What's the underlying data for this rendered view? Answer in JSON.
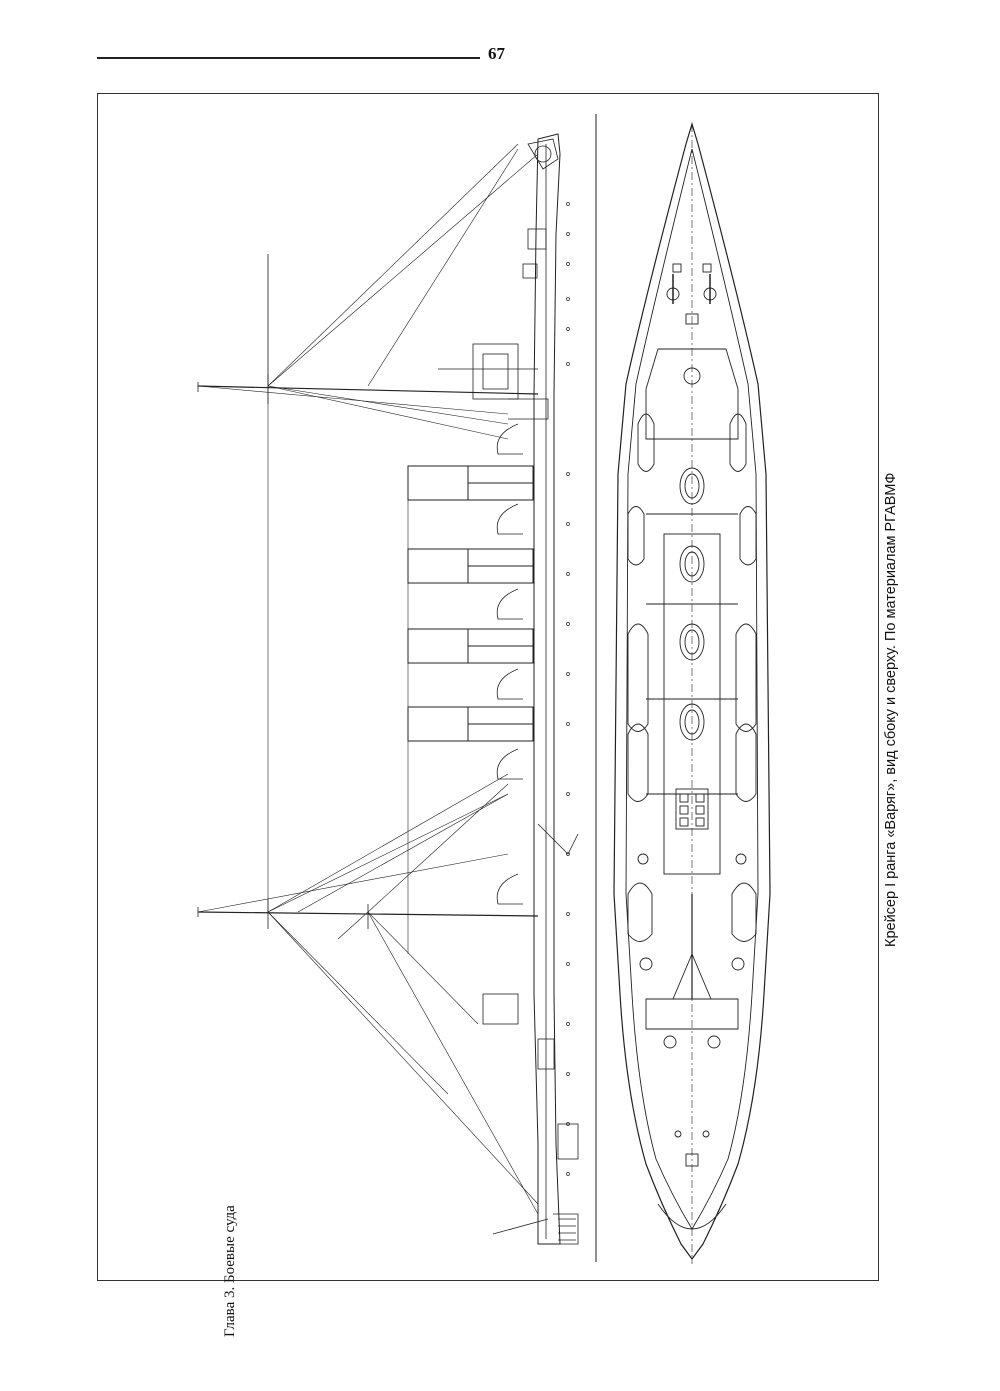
{
  "page": {
    "number": "67",
    "running_footer": "Глава 3. Боевые суда"
  },
  "figure": {
    "caption": "Крейсер I ранга «Варяг», вид сбоку и сверху. По материалам РГАВМФ",
    "views": [
      "side-elevation",
      "deck-plan"
    ],
    "line_color": "#222222",
    "funnel_count": 4,
    "mast_count": 2
  }
}
